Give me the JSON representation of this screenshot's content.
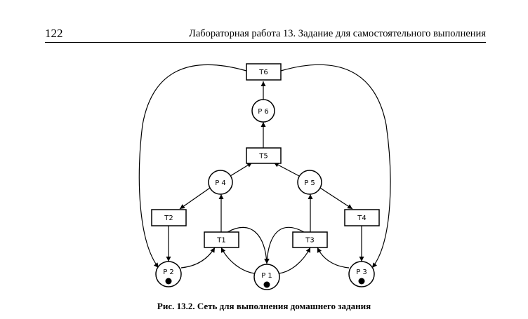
{
  "header": {
    "page_number": "122",
    "running_title": "Лабораторная работа 13. Задание для самостоятельного выполнения"
  },
  "diagram": {
    "transitions": [
      {
        "id": "T6",
        "label": "T6"
      },
      {
        "id": "T5",
        "label": "T5"
      },
      {
        "id": "T2",
        "label": "T2"
      },
      {
        "id": "T4",
        "label": "T4"
      },
      {
        "id": "T1",
        "label": "T1"
      },
      {
        "id": "T3",
        "label": "T3"
      }
    ],
    "places": [
      {
        "id": "P6",
        "label": "P 6",
        "tokens": 0
      },
      {
        "id": "P4",
        "label": "P 4",
        "tokens": 0
      },
      {
        "id": "P5",
        "label": "P 5",
        "tokens": 0
      },
      {
        "id": "P2",
        "label": "P 2",
        "tokens": 1
      },
      {
        "id": "P1",
        "label": "P 1",
        "tokens": 1
      },
      {
        "id": "P3",
        "label": "P 3",
        "tokens": 1
      }
    ],
    "arcs": [
      [
        "P6",
        "T6"
      ],
      [
        "T5",
        "P6"
      ],
      [
        "P4",
        "T5"
      ],
      [
        "P5",
        "T5"
      ],
      [
        "P4",
        "T2"
      ],
      [
        "P5",
        "T4"
      ],
      [
        "T2",
        "P2"
      ],
      [
        "T4",
        "P3"
      ],
      [
        "T1",
        "P4"
      ],
      [
        "T3",
        "P5"
      ],
      [
        "P2",
        "T1"
      ],
      [
        "P1",
        "T1"
      ],
      [
        "P1",
        "T3"
      ],
      [
        "P3",
        "T3"
      ],
      [
        "T1",
        "P1"
      ],
      [
        "T3",
        "P1"
      ],
      [
        "T6",
        "P2"
      ],
      [
        "T6",
        "P3"
      ]
    ]
  },
  "caption": "Рис. 13.2. Сеть для выполнения домашнего задания"
}
